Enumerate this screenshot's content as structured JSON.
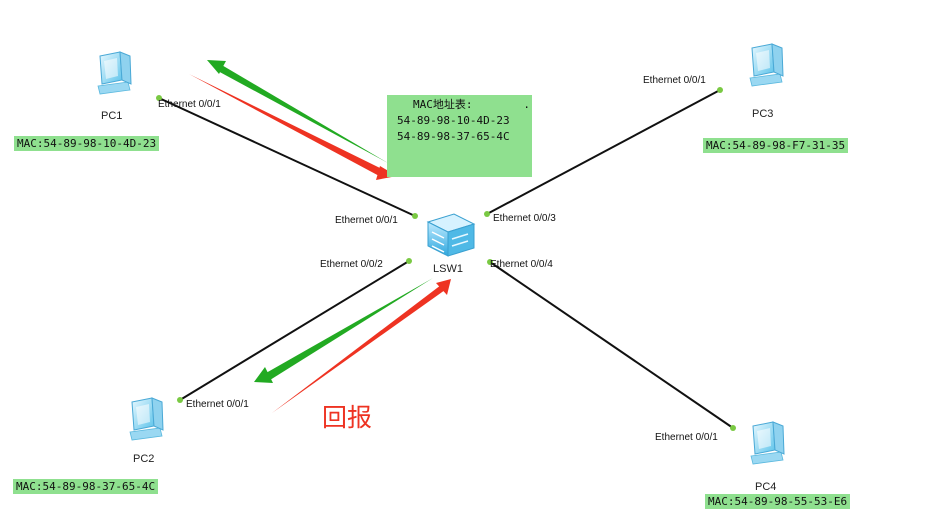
{
  "devices": {
    "pc1": {
      "label": "PC1",
      "mac": "MAC:54-89-98-10-4D-23",
      "port": "Ethernet 0/0/1"
    },
    "pc2": {
      "label": "PC2",
      "mac": "MAC:54-89-98-37-65-4C",
      "port": "Ethernet 0/0/1"
    },
    "pc3": {
      "label": "PC3",
      "mac": "MAC:54-89-98-F7-31-35",
      "port": "Ethernet 0/0/1"
    },
    "pc4": {
      "label": "PC4",
      "mac": "MAC:54-89-98-55-53-E6",
      "port": "Ethernet 0/0/1"
    },
    "switch": {
      "label": "LSW1",
      "ports": [
        "Ethernet 0/0/1",
        "Ethernet 0/0/2",
        "Ethernet 0/0/3",
        "Ethernet 0/0/4"
      ]
    }
  },
  "mac_table": {
    "title": "MAC地址表:",
    "trailing_mark": ".",
    "entries": [
      "54-89-98-10-4D-23",
      "54-89-98-37-65-4C"
    ]
  },
  "annotation": "回报",
  "colors": {
    "link": "#111111",
    "port_dot": "#7ac943",
    "label_bg": "#8fe08f",
    "arrow_green": "#22aa22",
    "arrow_red": "#ee3322",
    "pc_blue": "#66ccf0",
    "switch_blue": "#3ab7e6"
  },
  "icons": [
    "pc-icon",
    "switch-icon"
  ]
}
